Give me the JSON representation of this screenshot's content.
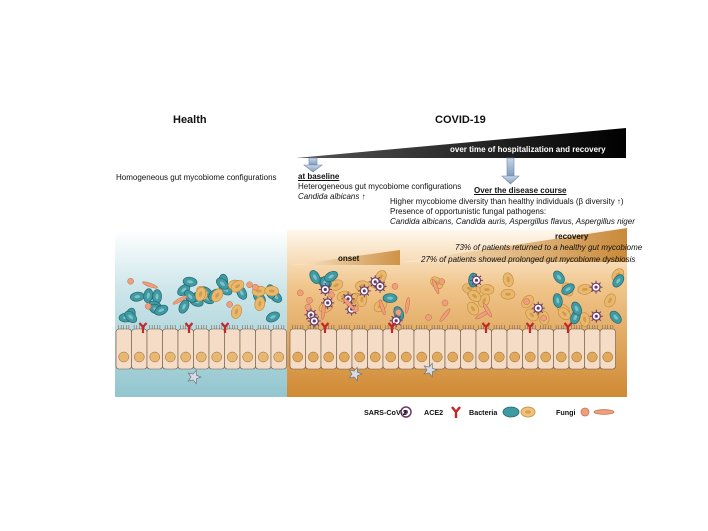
{
  "health": {
    "title": "Health",
    "description": "Homogeneous gut mycobiome configurations"
  },
  "covid": {
    "title": "COVID-19",
    "timeline_label": "over time of hospitalization and recovery",
    "baseline": {
      "heading": "at baseline",
      "line1": "Heterogeneous gut mycobiome configurations",
      "line2": "Candida albicans ↑"
    },
    "course": {
      "heading": "Over the disease course",
      "line1": "Higher mycobiome diversity than healthy individuals (β diversity ↑)",
      "line2": "Presence of opportunistic fungal pathogens:",
      "line3": "Candida albicans, Candida auris, Aspergillus flavus, Aspergillus niger"
    },
    "stages": {
      "onset": "onset",
      "recovery": "recovery",
      "recovery_line1": "73% of patients returned to a healthy gut mycobiome",
      "recovery_line2": "27% of patients showed prolonged gut mycobiome dysbiosis"
    }
  },
  "legend": {
    "sars": "SARS-CoV-2",
    "ace2": "ACE2",
    "bacteria": "Bacteria",
    "fungi": "Fungi"
  },
  "colors": {
    "health_bg": "#a9d3db",
    "covid_bg": "#d9953f",
    "cell_fill": "#f4dcc6",
    "nucleus": "#e8b872",
    "bacteria": "#3f9aa3",
    "fungi": "#e9b86f",
    "ace2": "#c4262b",
    "virus": "#6a3a6b"
  }
}
